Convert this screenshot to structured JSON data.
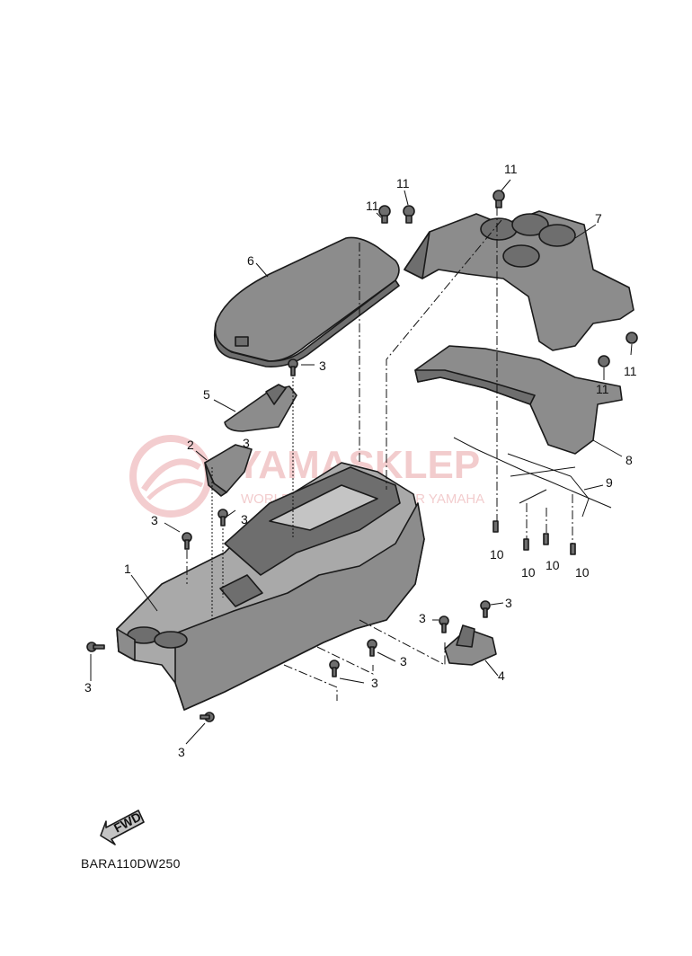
{
  "watermark": {
    "brand": "YAMASKLEP",
    "tagline": "WORLD OF ONLINE DEALER YAMAHA"
  },
  "fwd_label": "FWD",
  "diagram_code": "BARA110DW250",
  "callouts": [
    {
      "id": "c1",
      "text": "1"
    },
    {
      "id": "c2",
      "text": "2"
    },
    {
      "id": "c3a",
      "text": "3"
    },
    {
      "id": "c3b",
      "text": "3"
    },
    {
      "id": "c3c",
      "text": "3"
    },
    {
      "id": "c3d",
      "text": "3"
    },
    {
      "id": "c3e",
      "text": "3"
    },
    {
      "id": "c3f",
      "text": "3"
    },
    {
      "id": "c3g",
      "text": "3"
    },
    {
      "id": "c3h",
      "text": "3"
    },
    {
      "id": "c3i",
      "text": "3"
    },
    {
      "id": "c3j",
      "text": "3"
    },
    {
      "id": "c4",
      "text": "4"
    },
    {
      "id": "c5",
      "text": "5"
    },
    {
      "id": "c6",
      "text": "6"
    },
    {
      "id": "c7",
      "text": "7"
    },
    {
      "id": "c8",
      "text": "8"
    },
    {
      "id": "c9",
      "text": "9"
    },
    {
      "id": "c10a",
      "text": "10"
    },
    {
      "id": "c10b",
      "text": "10"
    },
    {
      "id": "c10c",
      "text": "10"
    },
    {
      "id": "c10d",
      "text": "10"
    },
    {
      "id": "c11a",
      "text": "11"
    },
    {
      "id": "c11b",
      "text": "11"
    },
    {
      "id": "c11c",
      "text": "11"
    },
    {
      "id": "c11d",
      "text": "11"
    },
    {
      "id": "c11e",
      "text": "11"
    }
  ]
}
